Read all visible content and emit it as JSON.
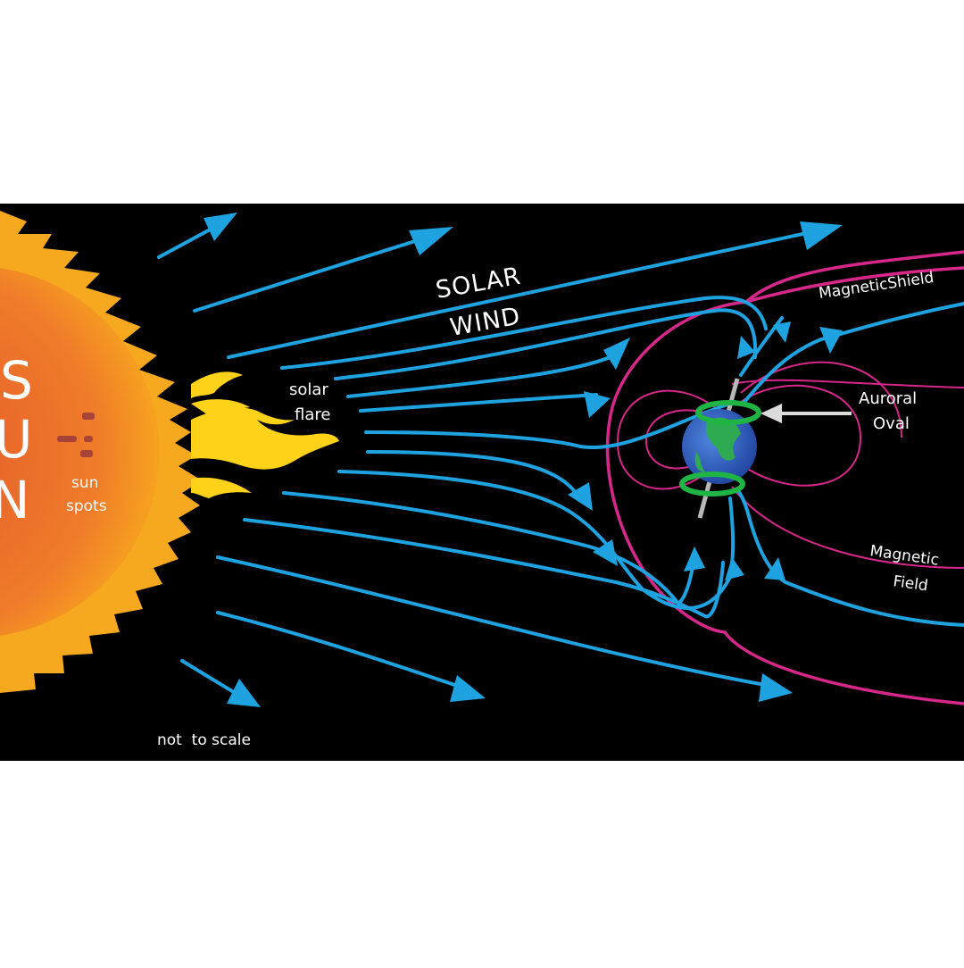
{
  "diagram": {
    "sun_letters": [
      "S",
      "U",
      "N"
    ],
    "sun_spots_label": [
      "sun",
      "spots"
    ],
    "solar_flare_label": [
      "solar",
      "flare"
    ],
    "solar_wind_label": [
      "SOLAR",
      "WIND"
    ],
    "magnetic_shield_label": "MagneticShield",
    "auroral_oval_label": [
      "Auroral",
      "Oval"
    ],
    "magnetic_field_label": [
      "Magnetic",
      "Field"
    ],
    "scale_note": "not  to scale"
  },
  "colors": {
    "background": "#000000",
    "page": "#ffffff",
    "sun_core": "#ec6a28",
    "sun_corona": "#f6a91f",
    "flare": "#ffd21a",
    "wind_lines": "#1fa3e0",
    "shield": "#d7278a",
    "aurora": "#1fb544",
    "earth_ocean": "#2a63c9",
    "earth_land": "#2eaa52",
    "text": "#ffffff"
  },
  "icons": [
    "sun-icon",
    "earth-icon",
    "arrowhead-icon"
  ]
}
